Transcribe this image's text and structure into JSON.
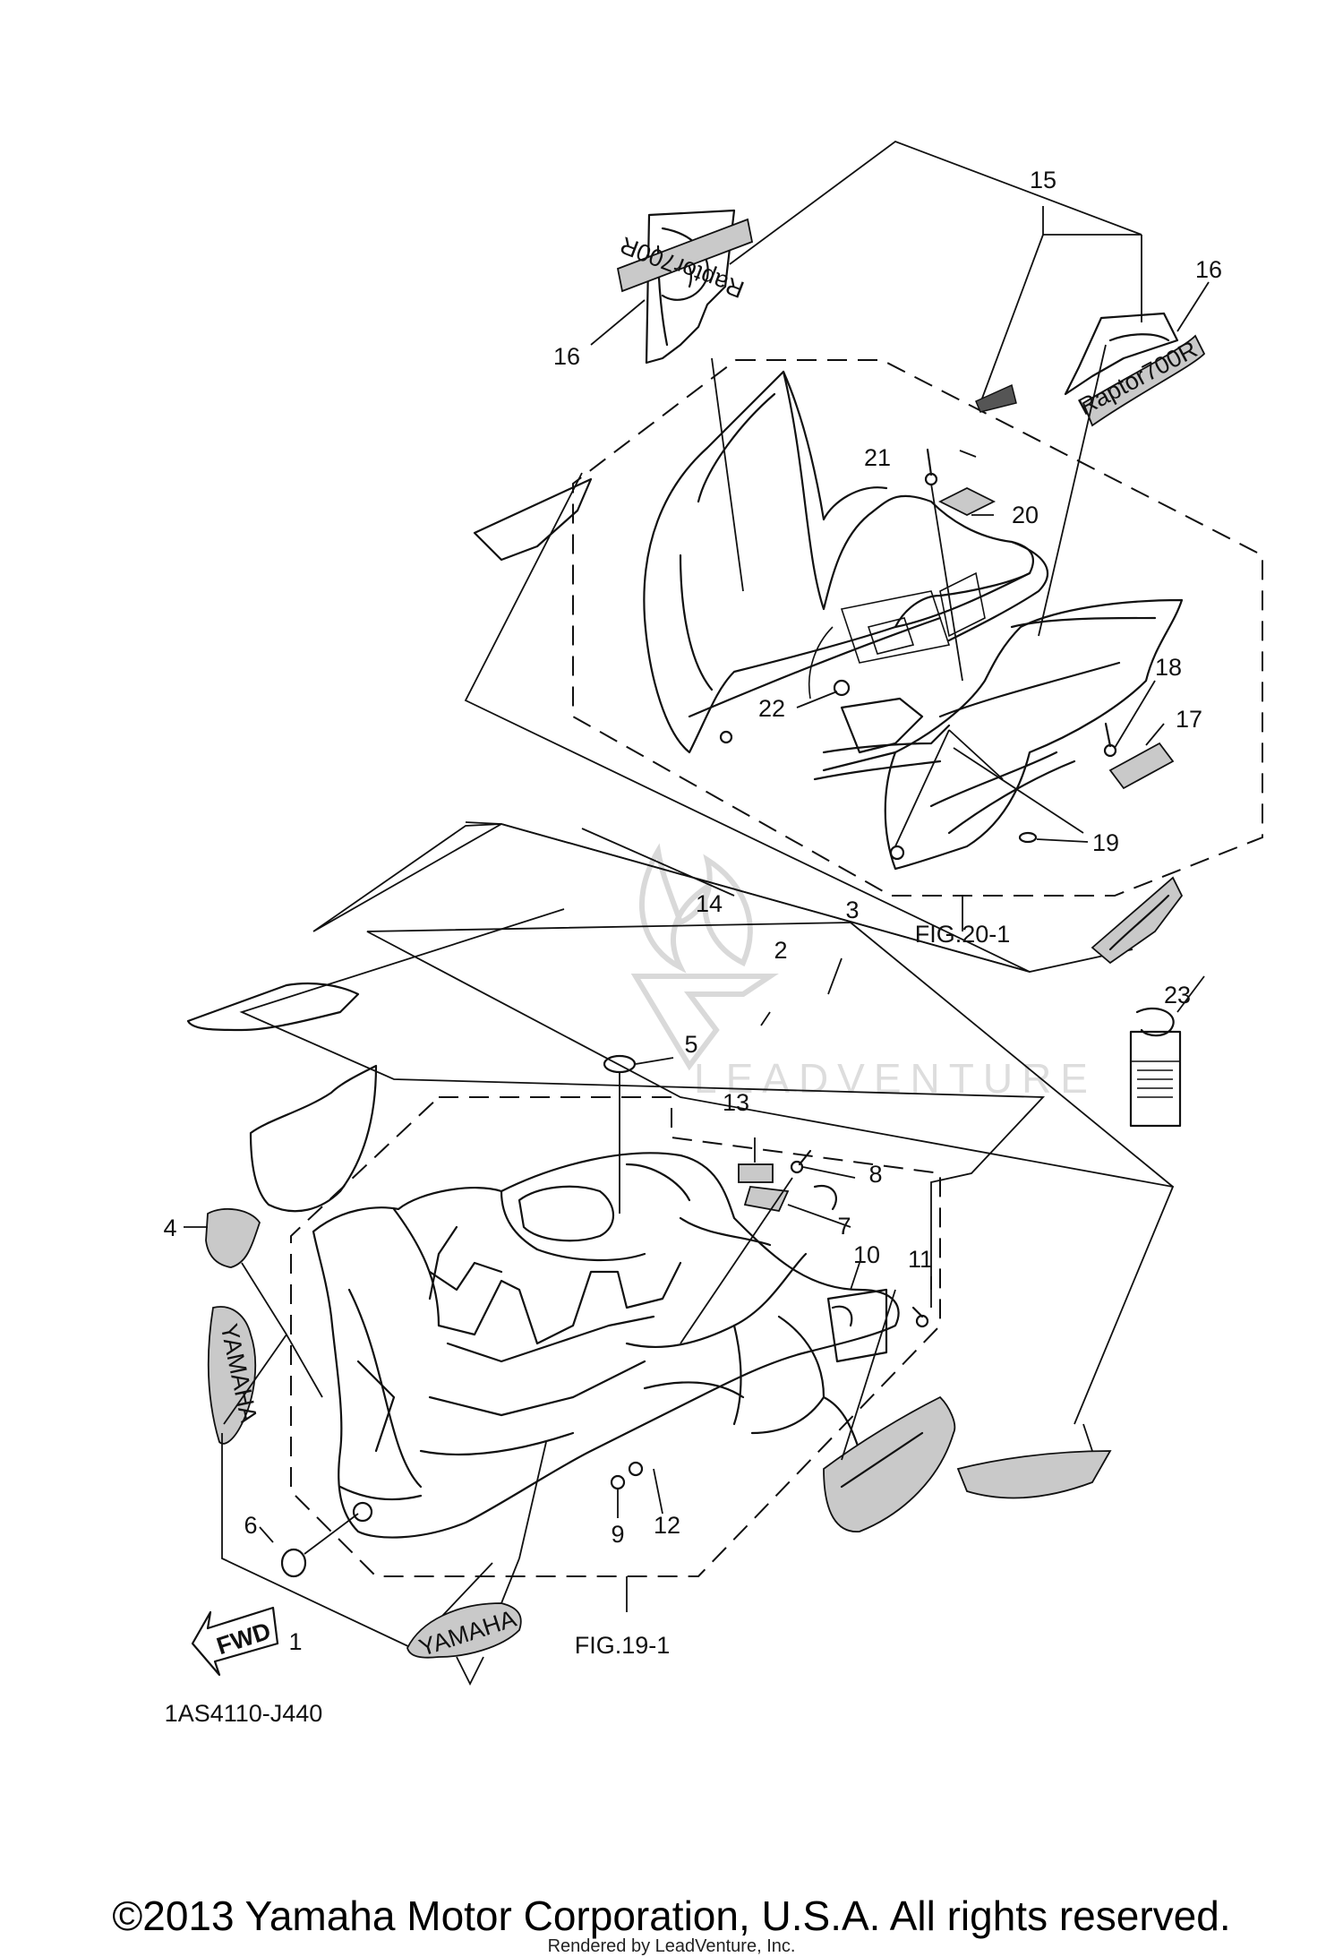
{
  "watermark": {
    "text": "LEADVENTURE"
  },
  "callouts": {
    "c1": "1",
    "c2": "2",
    "c3": "3",
    "c4": "4",
    "c5": "5",
    "c6": "6",
    "c7": "7",
    "c8": "8",
    "c9": "9",
    "c10": "10",
    "c11": "11",
    "c12": "12",
    "c13": "13",
    "c14": "14",
    "c15": "15",
    "c16a": "16",
    "c16b": "16",
    "c17": "17",
    "c18": "18",
    "c19": "19",
    "c20": "20",
    "c21": "21",
    "c22": "22",
    "c23": "23"
  },
  "figure_refs": {
    "rear": "FIG.20-1",
    "front": "FIG.19-1"
  },
  "arrow_label": "FWD",
  "diagram_code": "1AS4110-J440",
  "decal_text": {
    "raptor": "Raptor700R",
    "yamaha": "YAMAHA"
  },
  "footer": {
    "copyright": "©2013 Yamaha Motor Corporation, U.S.A. All rights reserved.",
    "rendered_by": "Rendered by LeadVenture, Inc."
  }
}
